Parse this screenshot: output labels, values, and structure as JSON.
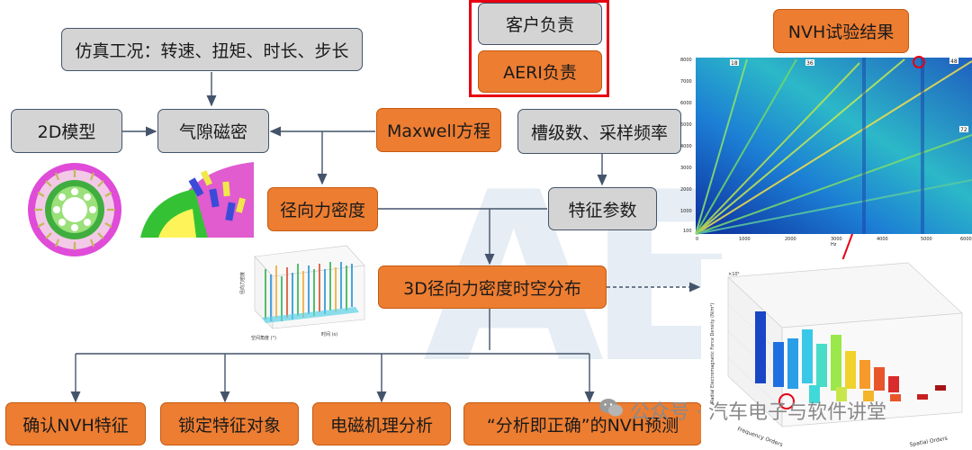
{
  "boxes": {
    "sim_conditions": "仿真工况：转速、扭矩、时长、步长",
    "model_2d": "2D模型",
    "air_gap": "气隙磁密",
    "maxwell": "Maxwell方程",
    "slot_sampling": "槽级数、采样频率",
    "radial_force": "径向力密度",
    "feature_params": "特征参数",
    "dist_3d": "3D径向力密度时空分布",
    "confirm_nvh": "确认NVH特征",
    "lock_target": "锁定特征对象",
    "em_analysis": "电磁机理分析",
    "nvh_predict": "“分析即正确”的NVH预测"
  },
  "legend": {
    "customer": "客户负责",
    "aeri": "AERI负责"
  },
  "nvh_title": "NVH试验结果",
  "spectrogram": {
    "order_labels": [
      "18",
      "36",
      "48",
      "72"
    ],
    "y_ticks": [
      "8000",
      "7000",
      "6000",
      "5000",
      "4000",
      "3000",
      "2000",
      "1000",
      "100"
    ],
    "x_ticks": [
      "0",
      "1000",
      "2000",
      "3000",
      "4000",
      "5000",
      "6000"
    ],
    "x_unit": "Hz"
  },
  "bar3d": {
    "y_axis_label": "Radial Electromagnetic Force Density (N/m²)",
    "x_axis_label": "Frequency Orders",
    "z_axis_label": "Spatial Orders",
    "exponent": "×10⁵"
  },
  "surface3d": {
    "x_axis_label": "空间角度 (°)",
    "y_axis_label": "时间 (s)",
    "z_axis_label": "径向力密度"
  },
  "footer": "公众号 · 汽车电子与软件讲堂",
  "colors": {
    "gray_box": "#d4d4d4",
    "orange_box": "#ed7d31",
    "border": "#44546a",
    "highlight": "#e60012"
  }
}
